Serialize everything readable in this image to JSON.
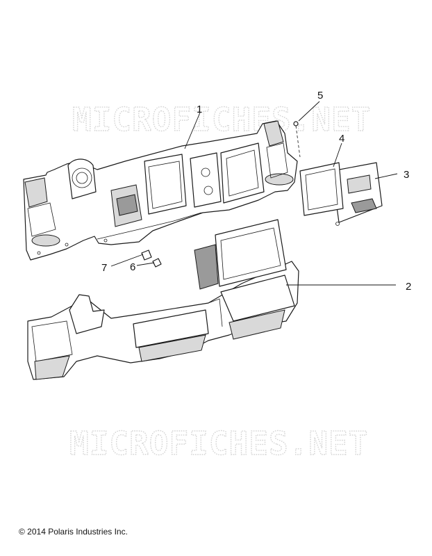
{
  "watermarks": [
    "MICROFICHES.NET",
    "MICROFICHES.NET"
  ],
  "callouts": {
    "c1": "1",
    "c2": "2",
    "c3": "3",
    "c4": "4",
    "c5": "5",
    "c6": "6",
    "c7": "7"
  },
  "copyright": "© 2014 Polaris Industries Inc."
}
